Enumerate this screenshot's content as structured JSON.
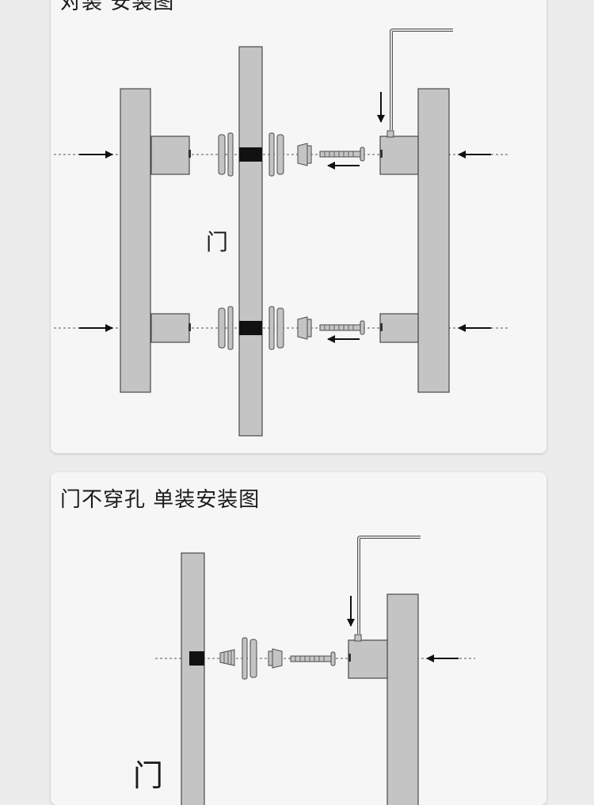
{
  "panels": {
    "double": {
      "title": "对装 安装图",
      "door_label": "门"
    },
    "single": {
      "title": "门不穿孔 单装安装图",
      "door_label": "门"
    }
  },
  "colors": {
    "part_fill": "#c4c4c4",
    "outline": "#4a4a4a",
    "insert": "#111111",
    "panel_bg": "#f6f6f6",
    "page_bg": "#ececec"
  },
  "icons": [
    "arrow-right-icon",
    "arrow-left-icon",
    "arrow-down-icon",
    "allen-key-icon",
    "screw-icon"
  ]
}
